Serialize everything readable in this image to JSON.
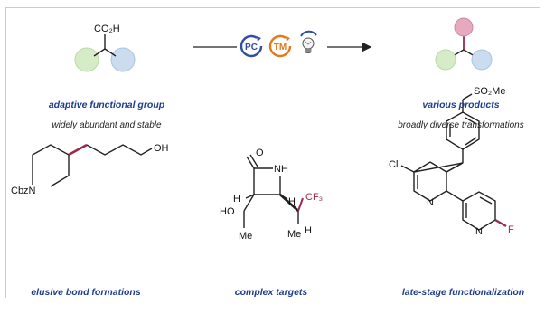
{
  "colors": {
    "caption_blue": "#1f3d8f",
    "bond_red": "#9c2a4a",
    "pc_blue": "#2e4fa3",
    "tm_orange": "#e07a1b",
    "circle_green": "#d6ebc8",
    "circle_blue": "#cbdcef",
    "circle_pink": "#e6a9bd"
  },
  "top": {
    "acid_label": "CO₂H",
    "pc_label": "PC",
    "tm_label": "TM",
    "left_title": "adaptive functional group",
    "left_subtitle": "widely abundant and stable",
    "right_title": "various products",
    "right_subtitle": "broadly diverse transformations"
  },
  "bottom": {
    "mol1": {
      "oh": "OH",
      "cbzn": "CbzN",
      "caption": "elusive bond formations"
    },
    "mol2": {
      "o": "O",
      "nh": "NH",
      "h1": "H",
      "ho": "HO",
      "me1": "Me",
      "h2": "H",
      "cf3": "CF₃",
      "me2": "Me",
      "caption": "complex targets"
    },
    "mol3": {
      "so2me": "SO₂Me",
      "cl": "Cl",
      "n1": "N",
      "n2": "N",
      "f": "F",
      "caption": "late-stage functionalization"
    }
  },
  "icons": [
    "lightbulb-icon",
    "pc-cycle-icon",
    "tm-cycle-icon"
  ]
}
